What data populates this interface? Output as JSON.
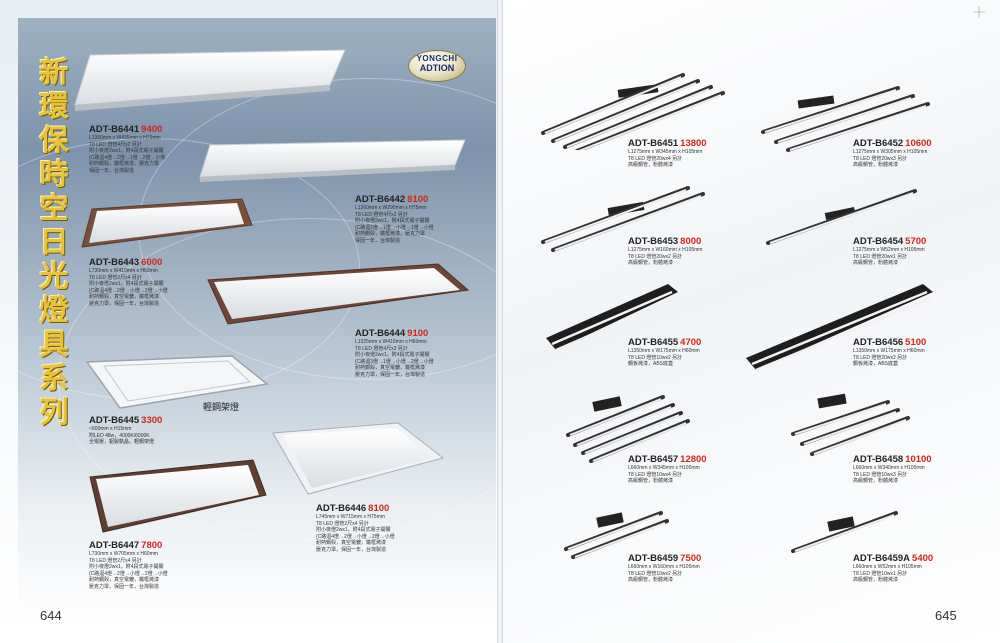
{
  "brand": {
    "line1": "YONGCHI",
    "line2": "ADTION"
  },
  "side_title": [
    "新",
    "環",
    "保",
    "時",
    "空",
    "日",
    "光",
    "燈",
    "具",
    "系",
    "列"
  ],
  "page_numbers": {
    "left": "644",
    "right": "645"
  },
  "captions": {
    "frame": "輕鋼架燈"
  },
  "left_products": [
    {
      "code": "ADT-B6441",
      "price": "9400",
      "specs": [
        "L1360mm x W435mm x H75mm",
        "T8 LED 燈管4尺x2 另計",
        "附小夜燈2wx1，附4段式電子開關",
        "(C路迴4燈→2燈→1燈→2燈→小夜",
        "耐熱鋼殼，鐵框烤漆，壓克力罩",
        "保固一年，台灣製造"
      ]
    },
    {
      "code": "ADT-B6442",
      "price": "8100",
      "specs": [
        "L1360mm x W290mm x H75mm",
        "T8 LED 燈管4尺x2 另計",
        "附小夜燈2wx1，附4段式電子開關",
        "(C路迴2燈→1燈→小燈→1燈→小燈",
        "耐熱鋼殼，鐵框烤漆，壓克力罩",
        "保固一年，台灣製造"
      ]
    },
    {
      "code": "ADT-B6443",
      "price": "6000",
      "specs": [
        "L730mm x W410mm x H60mm",
        "T8 LED 燈管2尺x4 另計",
        "附小夜燈2wx1，附4段式電子開關",
        "(C路迴4燈→2燈→小燈→2燈→小燈",
        "耐熱鋼殼，真空電鍍，鐵框烤漆",
        "壓克力罩，保固一年，台灣製造"
      ]
    },
    {
      "code": "ADT-B6444",
      "price": "9100",
      "specs": [
        "L1325mm x W410mm x H60mm",
        "T8 LED 燈管4尺x3 另計",
        "附小夜燈2wx1，附4段式電子開關",
        "(C路迴3燈→1燈→小燈→2燈→小燈",
        "耐熱鋼殼，真空電鍍，鐵框烤漆",
        "壓克力罩，保固一年，台灣製造"
      ]
    },
    {
      "code": "ADT-B6445",
      "price": "3300",
      "specs": [
        "□600mm x H15mm",
        "附LED 48w，4000K/6000K",
        "全電壓，鋁製軌晶，輕鋼架燈"
      ]
    },
    {
      "code": "ADT-B6446",
      "price": "8100",
      "specs": [
        "L745mm x W715mm x H75mm",
        "T8 LED 燈管2尺x4 另計",
        "附小夜燈2wx1，附4段式電子開關",
        "(C路迴4燈→2燈→小燈→2燈→小燈",
        "耐熱鋼殼，真空電鍍，鐵框烤漆",
        "壓克力罩，保固一年，台灣製造"
      ]
    },
    {
      "code": "ADT-B6447",
      "price": "7800",
      "specs": [
        "L730mm x W705mm x H60mm",
        "T8 LED 燈管2尺x4 另計",
        "附小夜燈2wx1，附4段式電子開關",
        "(C路迴4燈→2燈→小燈→2燈→小燈",
        "耐熱鋼殼，真空電鍍，鐵框烤漆",
        "壓克力罩，保固一年，台灣製造"
      ]
    }
  ],
  "right_products": [
    {
      "code": "ADT-B6451",
      "price": "13800",
      "specs": [
        "L1275mm x W345mm x H105mm",
        "T8 LED 燈管20wx4 另計",
        "高級鋼管，粉體烤漆"
      ]
    },
    {
      "code": "ADT-B6452",
      "price": "10600",
      "specs": [
        "L1275mm x W305mm x H105mm",
        "T8 LED 燈管20wx3 另計",
        "高級鋼管，粉體烤漆"
      ]
    },
    {
      "code": "ADT-B6453",
      "price": "8000",
      "specs": [
        "L1275mm x W160mm x H105mm",
        "T8 LED 燈管20wx2 另計",
        "高級鋼管，粉體烤漆"
      ]
    },
    {
      "code": "ADT-B6454",
      "price": "5700",
      "specs": [
        "L1275mm x W52mm x H105mm",
        "T8 LED 燈管20wx1 另計",
        "高級鋼管，粉體烤漆"
      ]
    },
    {
      "code": "ADT-B6455",
      "price": "4700",
      "specs": [
        "L1350mm x W175mm x H60mm",
        "T8 LED 燈管10wx2 另計",
        "鋼板烤漆，ABS底蓋"
      ]
    },
    {
      "code": "ADT-B6456",
      "price": "5100",
      "specs": [
        "L1350mm x W175mm x H60mm",
        "T8 LED 燈管20wx2 另計",
        "鋼板烤漆，ABS底蓋"
      ]
    },
    {
      "code": "ADT-B6457",
      "price": "12800",
      "specs": [
        "L660mm x W345mm x H105mm",
        "T8 LED 燈管10wx4 另計",
        "高級鋼管，粉體烤漆"
      ]
    },
    {
      "code": "ADT-B6458",
      "price": "10100",
      "specs": [
        "L660mm x W340mm x H105mm",
        "T8 LED 燈管10wx3 另計",
        "高級鋼管，粉體烤漆"
      ]
    },
    {
      "code": "ADT-B6459",
      "price": "7500",
      "specs": [
        "L660mm x W160mm x H105mm",
        "T8 LED 燈管10wx2 另計",
        "高級鋼管，粉體烤漆"
      ]
    },
    {
      "code": "ADT-B6459A",
      "price": "5400",
      "specs": [
        "L660mm x W52mm x H105mm",
        "T8 LED 燈管10wx1 另計",
        "高級鋼管，粉體烤漆"
      ]
    }
  ]
}
